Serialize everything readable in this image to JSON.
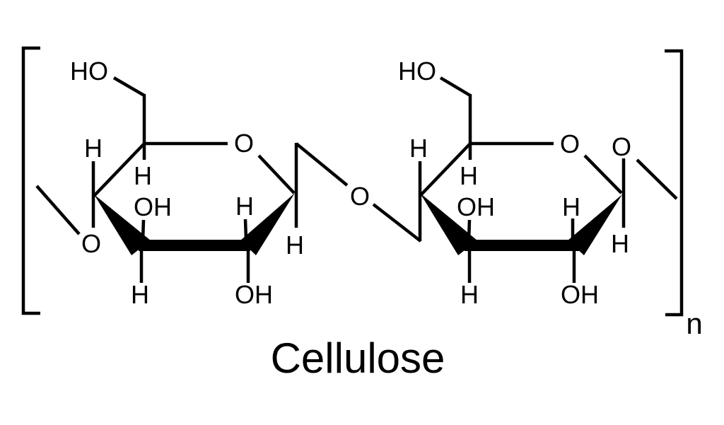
{
  "page": {
    "background_color": "#ffffff",
    "line_color": "#000000"
  },
  "diagram": {
    "title": "Cellulose",
    "repeat_subscript": "n",
    "atom_labels": [
      {
        "id": "ho-c6-left",
        "text": "HO"
      },
      {
        "id": "h-c4-left",
        "text": "H"
      },
      {
        "id": "h-c5-left",
        "text": "H"
      },
      {
        "id": "o-ring-left",
        "text": "O"
      },
      {
        "id": "oh-c3-up-left",
        "text": "OH"
      },
      {
        "id": "h-c2-up-left",
        "text": "H"
      },
      {
        "id": "o-glycosidic-left",
        "text": "O"
      },
      {
        "id": "h-c1-left",
        "text": "H"
      },
      {
        "id": "h-c3-down-left",
        "text": "H"
      },
      {
        "id": "oh-c2-down-left",
        "text": "OH"
      },
      {
        "id": "o-glycosidic-center",
        "text": "O"
      },
      {
        "id": "ho-c6-right",
        "text": "HO"
      },
      {
        "id": "h-c4-right",
        "text": "H"
      },
      {
        "id": "h-c5-right",
        "text": "H"
      },
      {
        "id": "o-ring-right",
        "text": "O"
      },
      {
        "id": "oh-c3-up-right",
        "text": "OH"
      },
      {
        "id": "h-c2-up-right",
        "text": "H"
      },
      {
        "id": "o-c1-right",
        "text": "O"
      },
      {
        "id": "h-c1-right",
        "text": "H"
      },
      {
        "id": "h-c3-down-right",
        "text": "H"
      },
      {
        "id": "oh-c2-down-right",
        "text": "OH"
      }
    ]
  }
}
